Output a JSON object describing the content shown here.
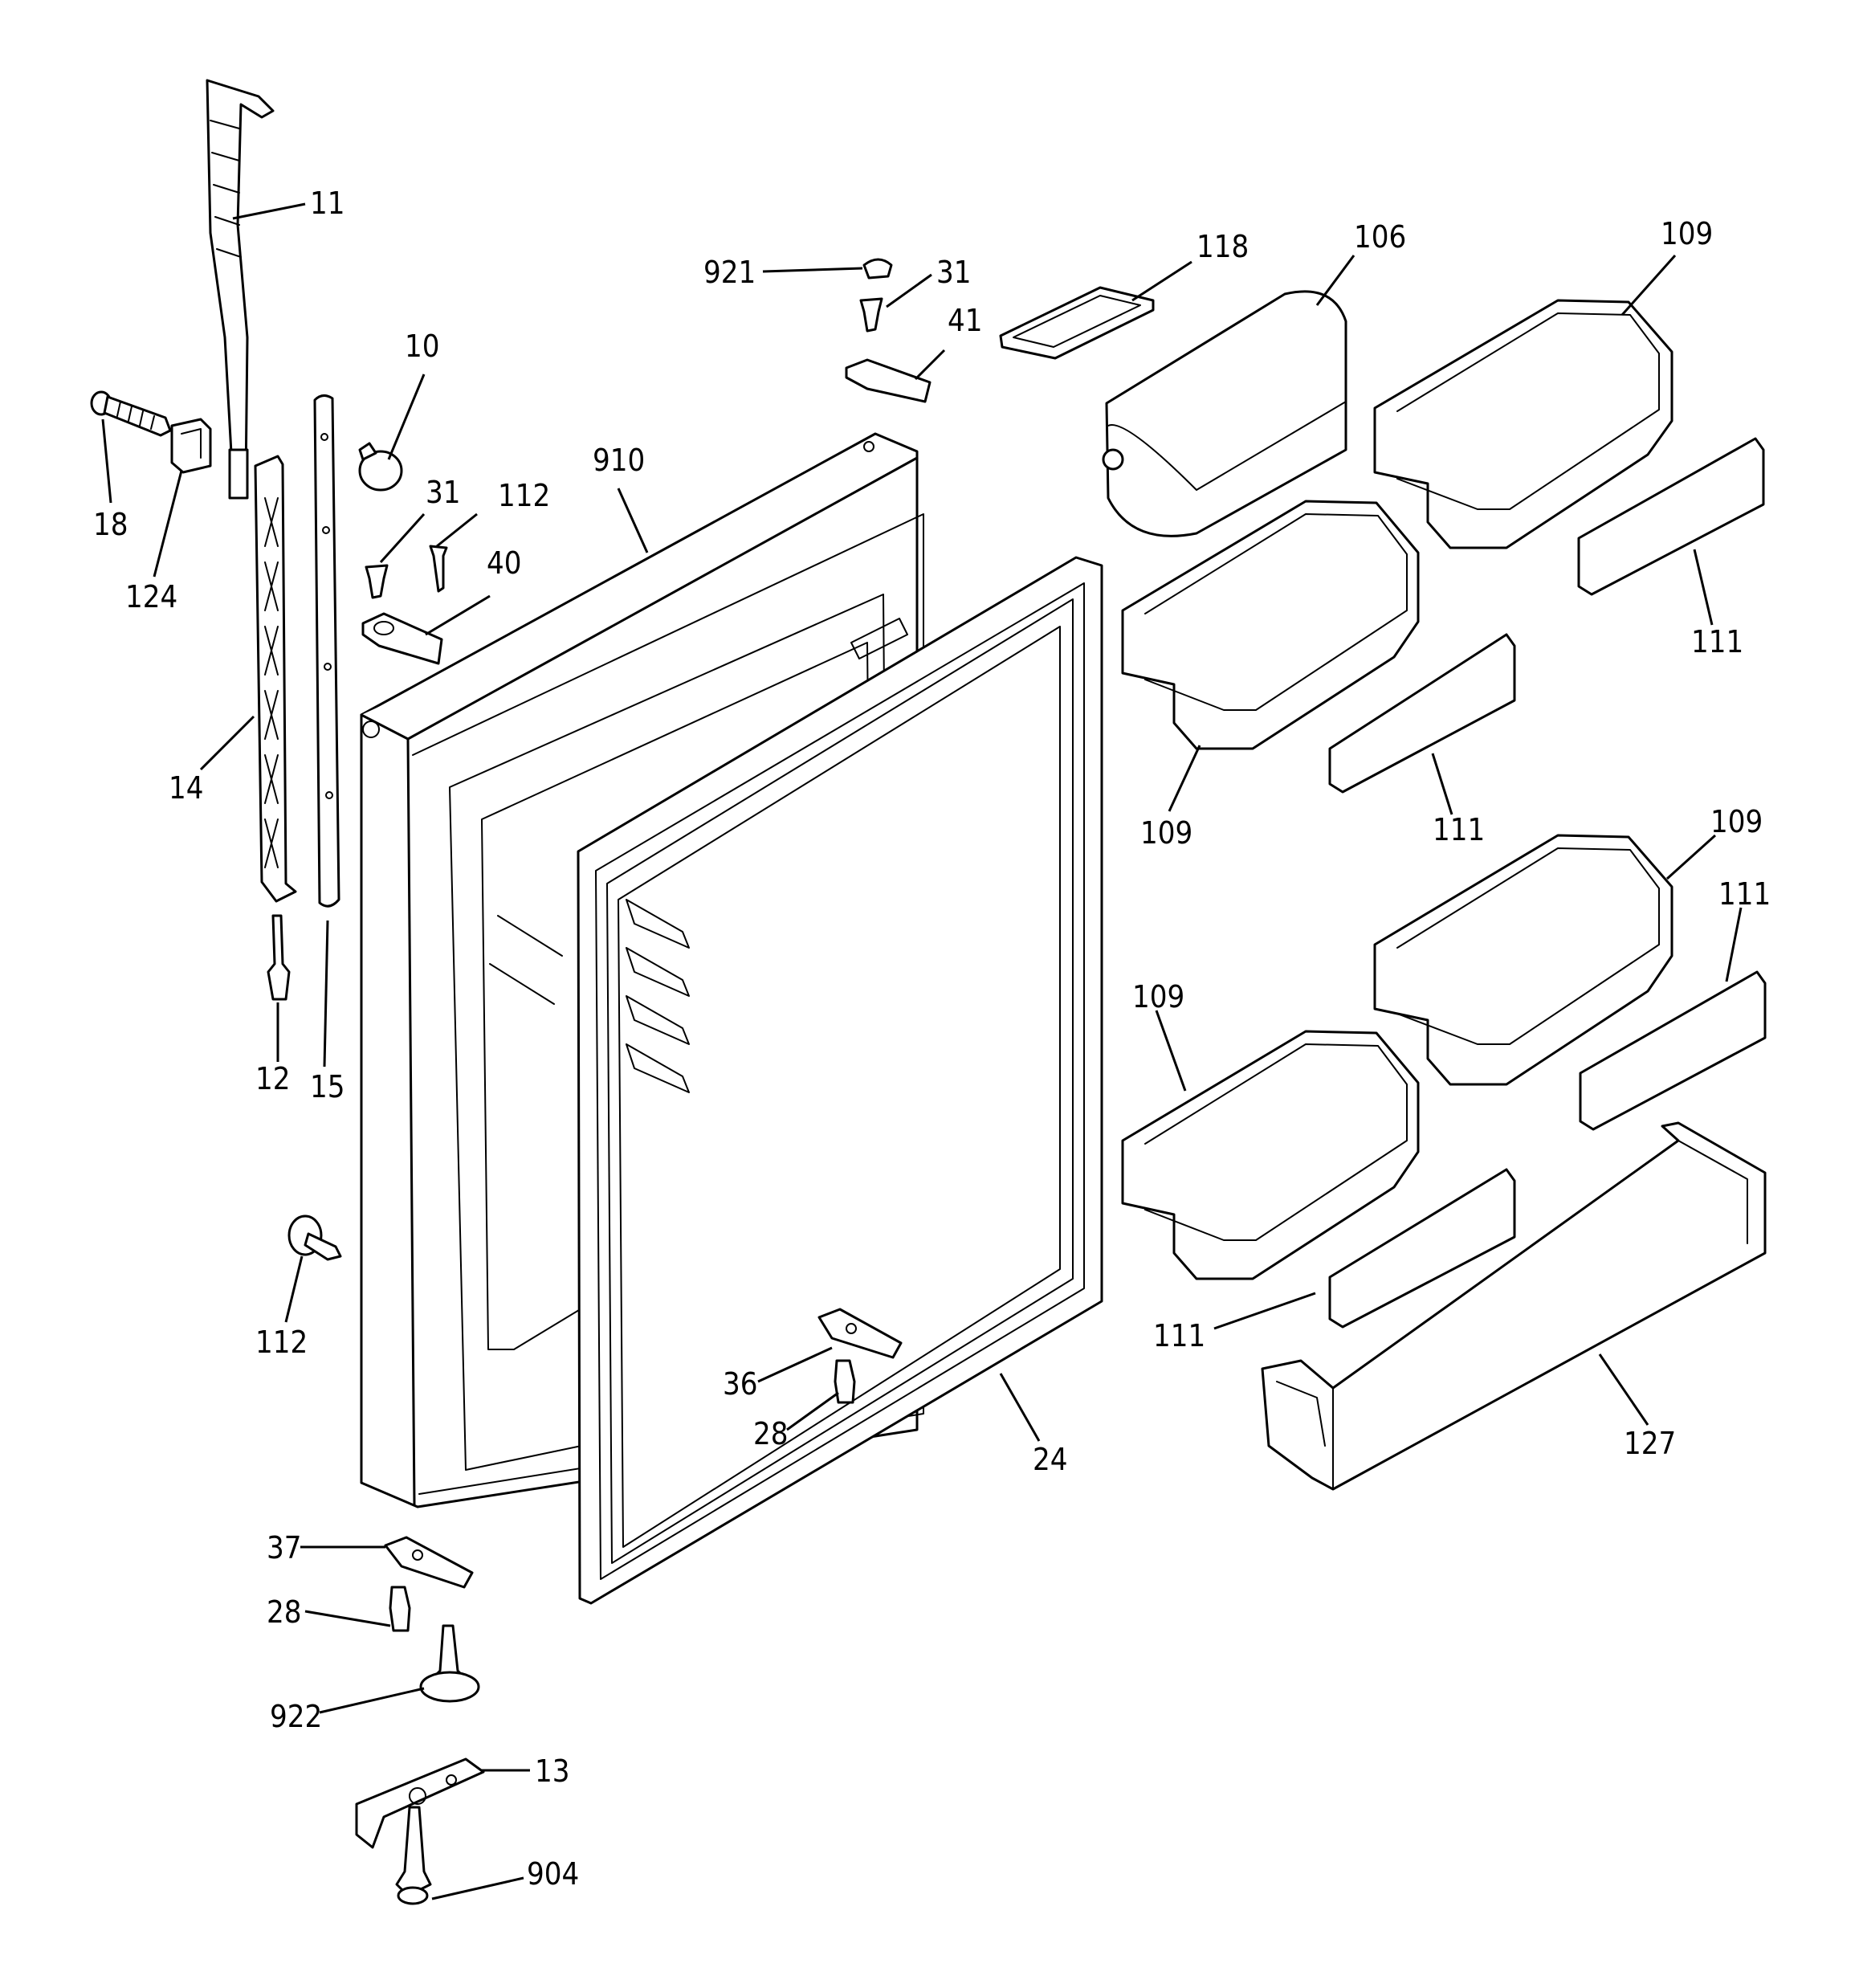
{
  "diagram": {
    "callouts": [
      {
        "id": "c11a",
        "text": "11"
      },
      {
        "id": "c921",
        "text": "921"
      },
      {
        "id": "c31a",
        "text": "31"
      },
      {
        "id": "c118",
        "text": "118"
      },
      {
        "id": "c106",
        "text": "106"
      },
      {
        "id": "c109a",
        "text": "109"
      },
      {
        "id": "c41",
        "text": "41"
      },
      {
        "id": "c10",
        "text": "10"
      },
      {
        "id": "c910",
        "text": "910"
      },
      {
        "id": "c31b",
        "text": "31"
      },
      {
        "id": "c112a",
        "text": "112"
      },
      {
        "id": "c18",
        "text": "18"
      },
      {
        "id": "c124",
        "text": "124"
      },
      {
        "id": "c40",
        "text": "40"
      },
      {
        "id": "c111a",
        "text": "111"
      },
      {
        "id": "c14",
        "text": "14"
      },
      {
        "id": "c109b",
        "text": "109"
      },
      {
        "id": "c111b",
        "text": "111"
      },
      {
        "id": "c109c",
        "text": "109"
      },
      {
        "id": "c111c",
        "text": "111"
      },
      {
        "id": "c109d",
        "text": "109"
      },
      {
        "id": "c12",
        "text": "12"
      },
      {
        "id": "c15",
        "text": "15"
      },
      {
        "id": "c112b",
        "text": "112"
      },
      {
        "id": "c111d",
        "text": "111"
      },
      {
        "id": "c36",
        "text": "36"
      },
      {
        "id": "c28a",
        "text": "28"
      },
      {
        "id": "c24",
        "text": "24"
      },
      {
        "id": "c127",
        "text": "127"
      },
      {
        "id": "c37",
        "text": "37"
      },
      {
        "id": "c28b",
        "text": "28"
      },
      {
        "id": "c922",
        "text": "922"
      },
      {
        "id": "c13",
        "text": "13"
      },
      {
        "id": "c904",
        "text": "904"
      }
    ]
  }
}
